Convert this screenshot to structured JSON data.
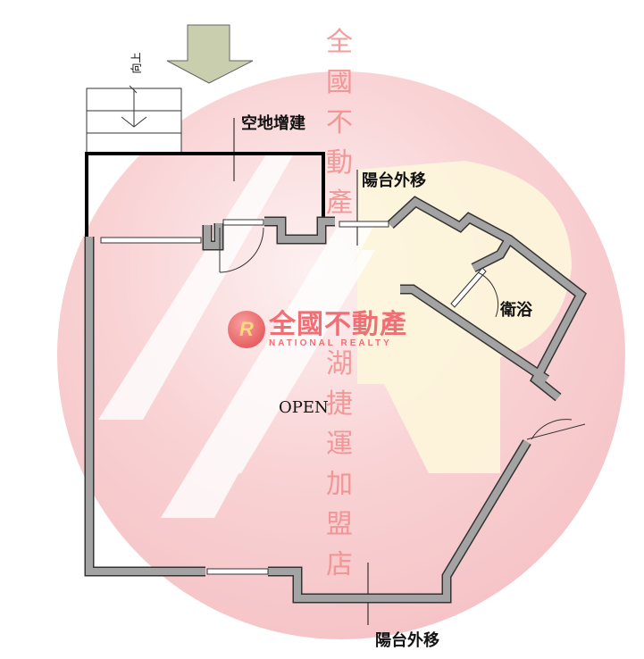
{
  "labels": {
    "yard_extension": "空地增建",
    "balcony_moved_top": "陽台外移",
    "balcony_moved_bottom": "陽台外移",
    "bathroom": "衛浴",
    "open": "OPEN",
    "stairs_up": "向上"
  },
  "watermark": {
    "top": "全國不動產",
    "bottom": "湖捷運加盟店"
  },
  "logo": {
    "chinese": "全國不動產",
    "english": "NATIONAL REALTY",
    "mark": "R"
  },
  "colors": {
    "wall": "#a3a3a3",
    "circle": "#f7c9cb",
    "arrow": "#c9cfae",
    "watermark": "#f08c8c"
  }
}
